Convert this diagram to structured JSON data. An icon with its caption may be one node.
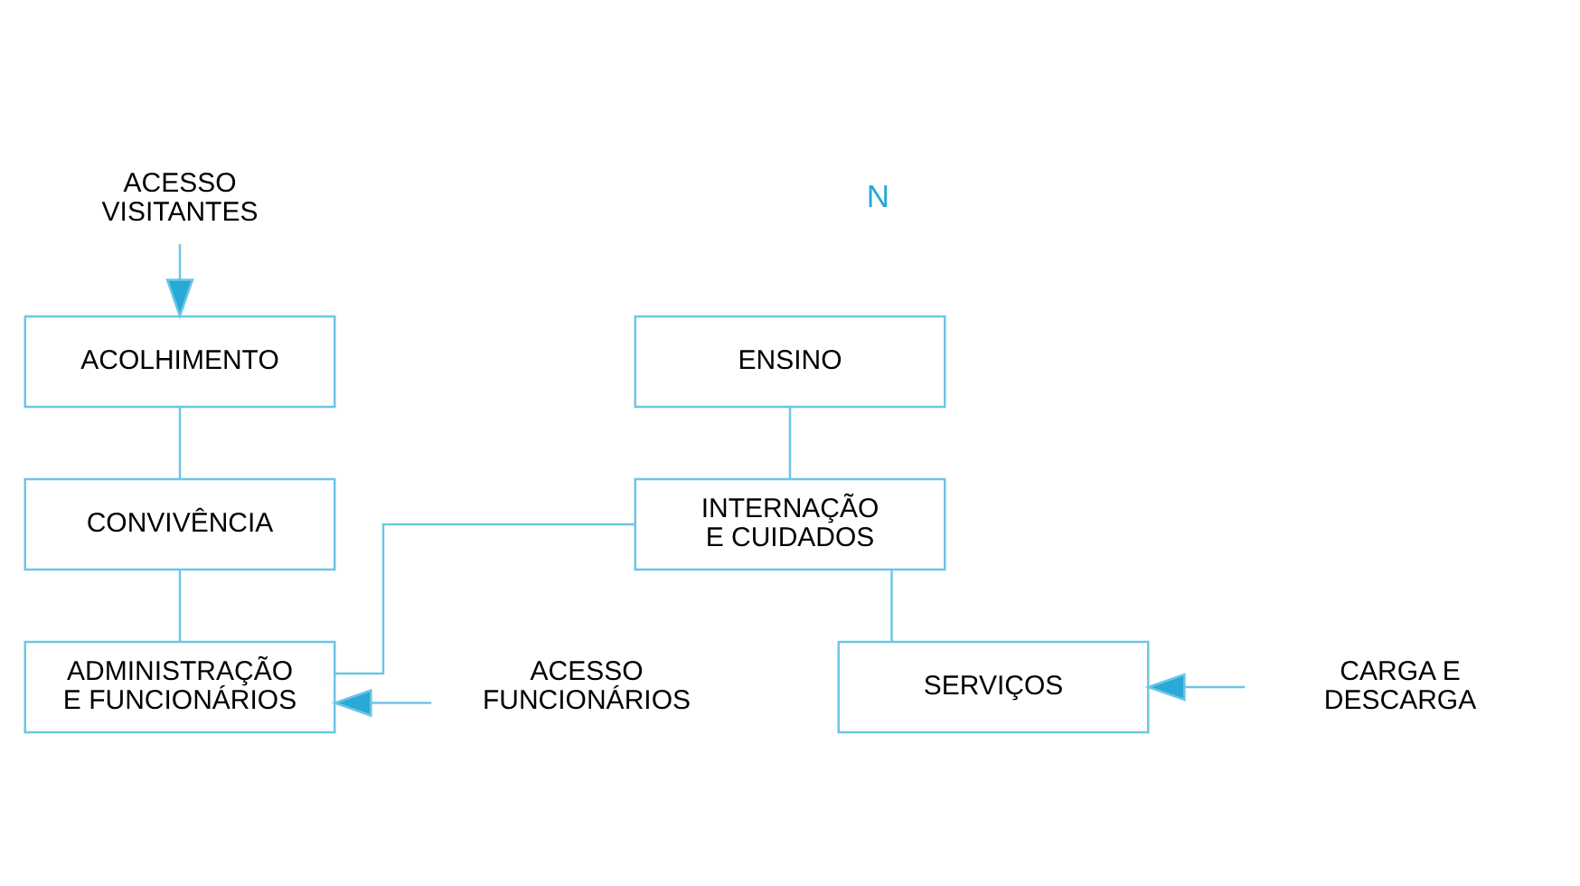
{
  "diagram": {
    "nodes": [
      {
        "text": [
          "ACESSO VISITANTES"
        ]
      },
      {
        "text": [
          "ENSINO"
        ]
      },
      {
        "text": [
          "ACOLHIMENTO"
        ]
      },
      {
        "text": [
          "INTERNAÇÃO E CUIDADOS"
        ]
      },
      {
        "text": [
          "CONVIVÊNCIA"
        ]
      },
      {
        "text": [
          "ADMINISTRAÇÃO E FUNCIONÁRIOS"
        ]
      },
      {
        "text": [
          "ACESSO FUNCIONÁRIOS"
        ]
      },
      {
        "text": [
          "SERVIÇOS"
        ]
      },
      {
        "text": [
          "CARGA E DESCARGA"
        ]
      }
    ],
    "edges": [
      {
        "from": 0,
        "to": 2,
        "arrow": "to"
      },
      {
        "from": 1,
        "to": 3,
        "arrow": "none"
      },
      {
        "from": 2,
        "to": 4,
        "arrow": "none"
      },
      {
        "from": 4,
        "to": 5,
        "arrow": "none"
      },
      {
        "from": 3,
        "to": 5,
        "arrow": "none"
      },
      {
        "from": 6,
        "to": 5,
        "arrow": "to"
      },
      {
        "from": 3,
        "to": 7,
        "arrow": "none"
      },
      {
        "from": 8,
        "to": 7,
        "arrow": "to"
      }
    ],
    "labels": [
      "N"
    ]
  }
}
